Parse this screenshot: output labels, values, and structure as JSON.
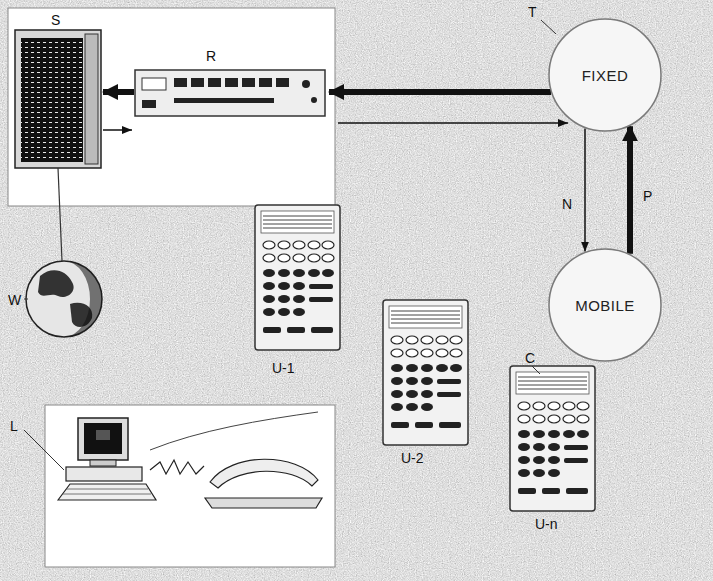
{
  "diagram": {
    "nodes": [
      {
        "text": [
          "FIXED"
        ]
      },
      {
        "text": [
          "MOBILE"
        ]
      }
    ],
    "edges": [
      {
        "from": 0,
        "to": 1,
        "arrow": "to"
      },
      {
        "from": 1,
        "to": 0,
        "arrow": "to"
      }
    ],
    "labels": [
      "S",
      "R",
      "T",
      "N",
      "P",
      "W",
      "U-1",
      "U-2",
      "C",
      "U-n",
      "L"
    ]
  }
}
